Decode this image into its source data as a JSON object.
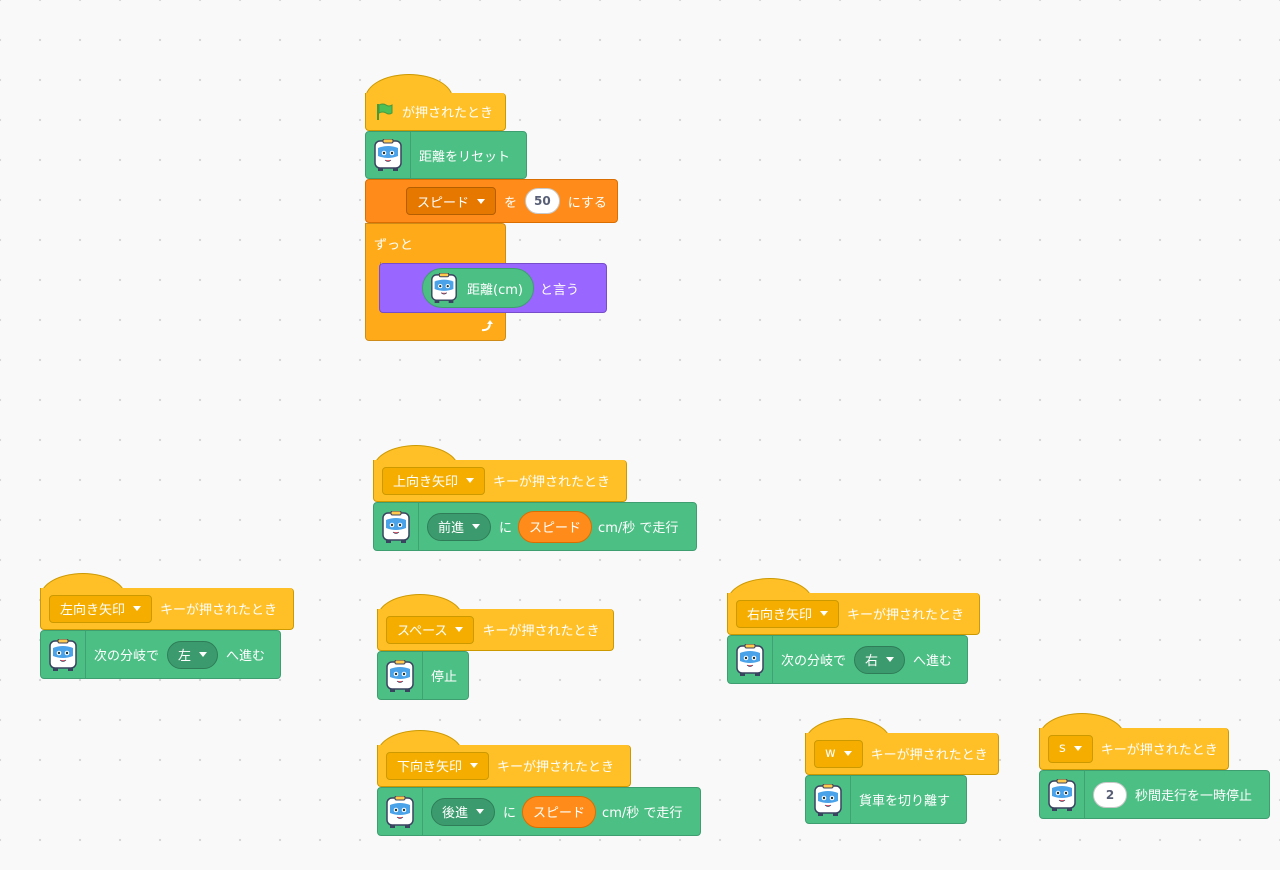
{
  "script_main": {
    "hat_label": "が押されたとき",
    "reset_label": "距離をリセット",
    "set_var_name": "スピード",
    "set_to": "を",
    "set_value": "50",
    "set_suffix": "にする",
    "forever_label": "ずっと",
    "reporter_label": "距離(cm)",
    "say_label": "と言う"
  },
  "script_up": {
    "key": "上向き矢印",
    "hat_suffix": "キーが押されたとき",
    "dir": "前進",
    "ni": "に",
    "speed_var": "スピード",
    "unit": "cm/秒 で走行"
  },
  "script_left": {
    "key": "左向き矢印",
    "hat_suffix": "キーが押されたとき",
    "prefix": "次の分岐で",
    "dir": "左",
    "suffix": "へ進む"
  },
  "script_space": {
    "key": "スペース",
    "hat_suffix": "キーが押されたとき",
    "action": "停止"
  },
  "script_right": {
    "key": "右向き矢印",
    "hat_suffix": "キーが押されたとき",
    "prefix": "次の分岐で",
    "dir": "右",
    "suffix": "へ進む"
  },
  "script_down": {
    "key": "下向き矢印",
    "hat_suffix": "キーが押されたとき",
    "dir": "後進",
    "ni": "に",
    "speed_var": "スピード",
    "unit": "cm/秒 で走行"
  },
  "script_w": {
    "key": "w",
    "hat_suffix": "キーが押されたとき",
    "action": "貨車を切り離す"
  },
  "script_s": {
    "key": "s",
    "hat_suffix": "キーが押されたとき",
    "value": "2",
    "action": "秒間走行を一時停止"
  },
  "colors": {
    "events": "#ffbf26",
    "extension": "#4cbf85",
    "variables": "#ff8c1a",
    "control": "#ffab19",
    "looks": "#9966ff"
  },
  "icons": [
    "green-flag-icon",
    "train-robot-icon",
    "dropdown-arrow-icon",
    "loop-arrow-icon"
  ]
}
